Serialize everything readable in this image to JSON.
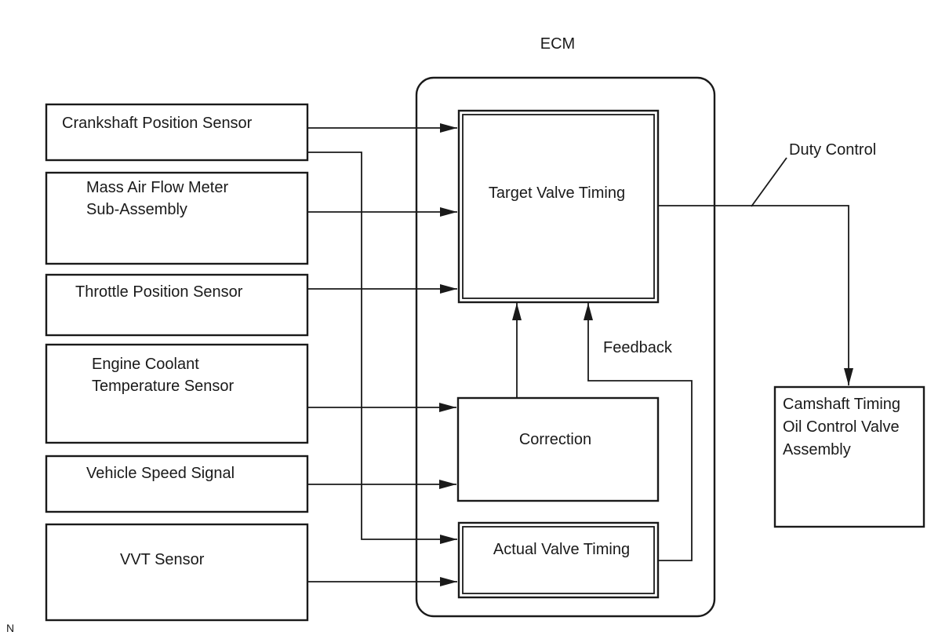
{
  "ecm": {
    "title": "ECM"
  },
  "sensors": [
    {
      "id": "crankshaft",
      "lines": [
        "Crankshaft Position Sensor"
      ]
    },
    {
      "id": "maf",
      "lines": [
        "Mass Air Flow Meter",
        "Sub-Assembly"
      ]
    },
    {
      "id": "throttle",
      "lines": [
        "Throttle Position Sensor"
      ]
    },
    {
      "id": "coolant",
      "lines": [
        "Engine Coolant",
        "Temperature Sensor"
      ]
    },
    {
      "id": "speed",
      "lines": [
        "Vehicle Speed Signal"
      ]
    },
    {
      "id": "vvt",
      "lines": [
        "VVT Sensor"
      ]
    }
  ],
  "blocks": {
    "target": "Target Valve Timing",
    "correction": "Correction",
    "actual": "Actual Valve Timing"
  },
  "labels": {
    "feedback": "Feedback",
    "duty_control": "Duty Control",
    "corner_mark": "N"
  },
  "output": {
    "lines": [
      "Camshaft Timing",
      "Oil Control Valve",
      "Assembly"
    ]
  }
}
